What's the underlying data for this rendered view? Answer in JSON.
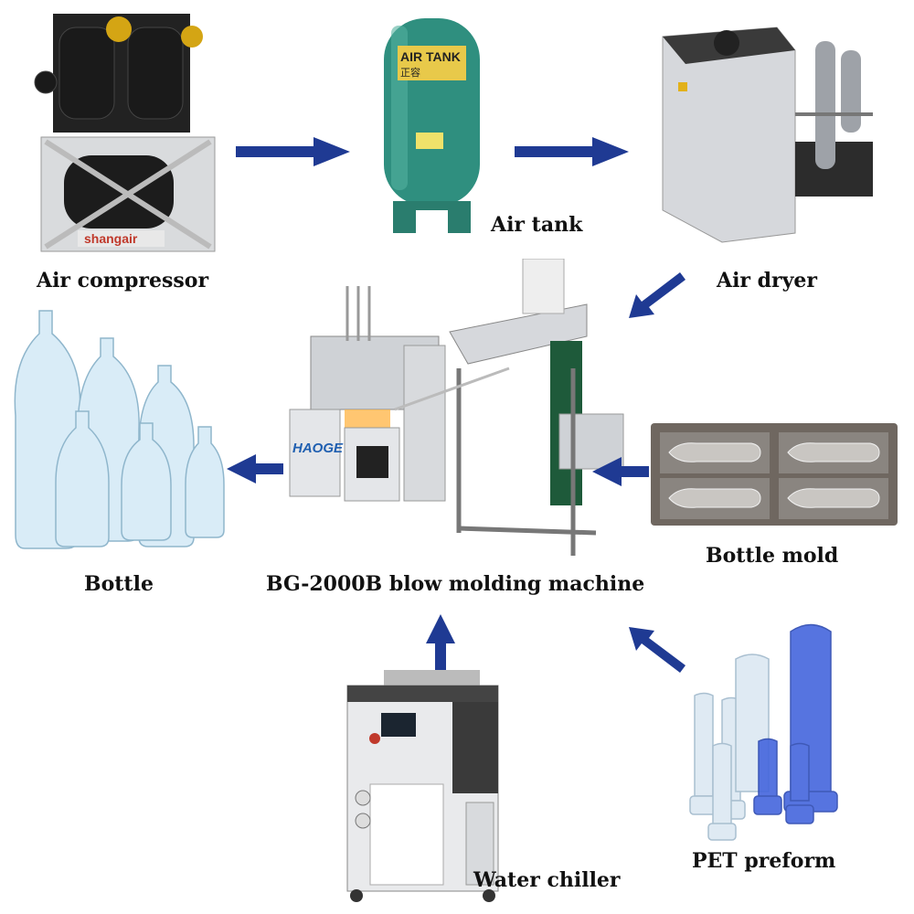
{
  "labels": {
    "air_compressor": "Air compressor",
    "air_tank": "Air tank",
    "air_dryer": "Air dryer",
    "bottle": "Bottle",
    "machine": "BG-2000B blow molding machine",
    "bottle_mold": "Bottle mold",
    "water_chiller": "Water chiller",
    "pet_preform": "PET preform"
  },
  "equipment_text": {
    "compressor_brand": "shangair",
    "tank_brand": "AIR TANK",
    "tank_brand_cn": "正容",
    "machine_brand": "HAOGE"
  },
  "colors": {
    "arrow": "#1f3a93",
    "tank": "#2f8f7f",
    "preform_blue": "#4466dd"
  },
  "icons": [
    "arrow-right-icon",
    "arrow-left-icon",
    "arrow-up-icon",
    "arrow-diagonal-icon"
  ]
}
